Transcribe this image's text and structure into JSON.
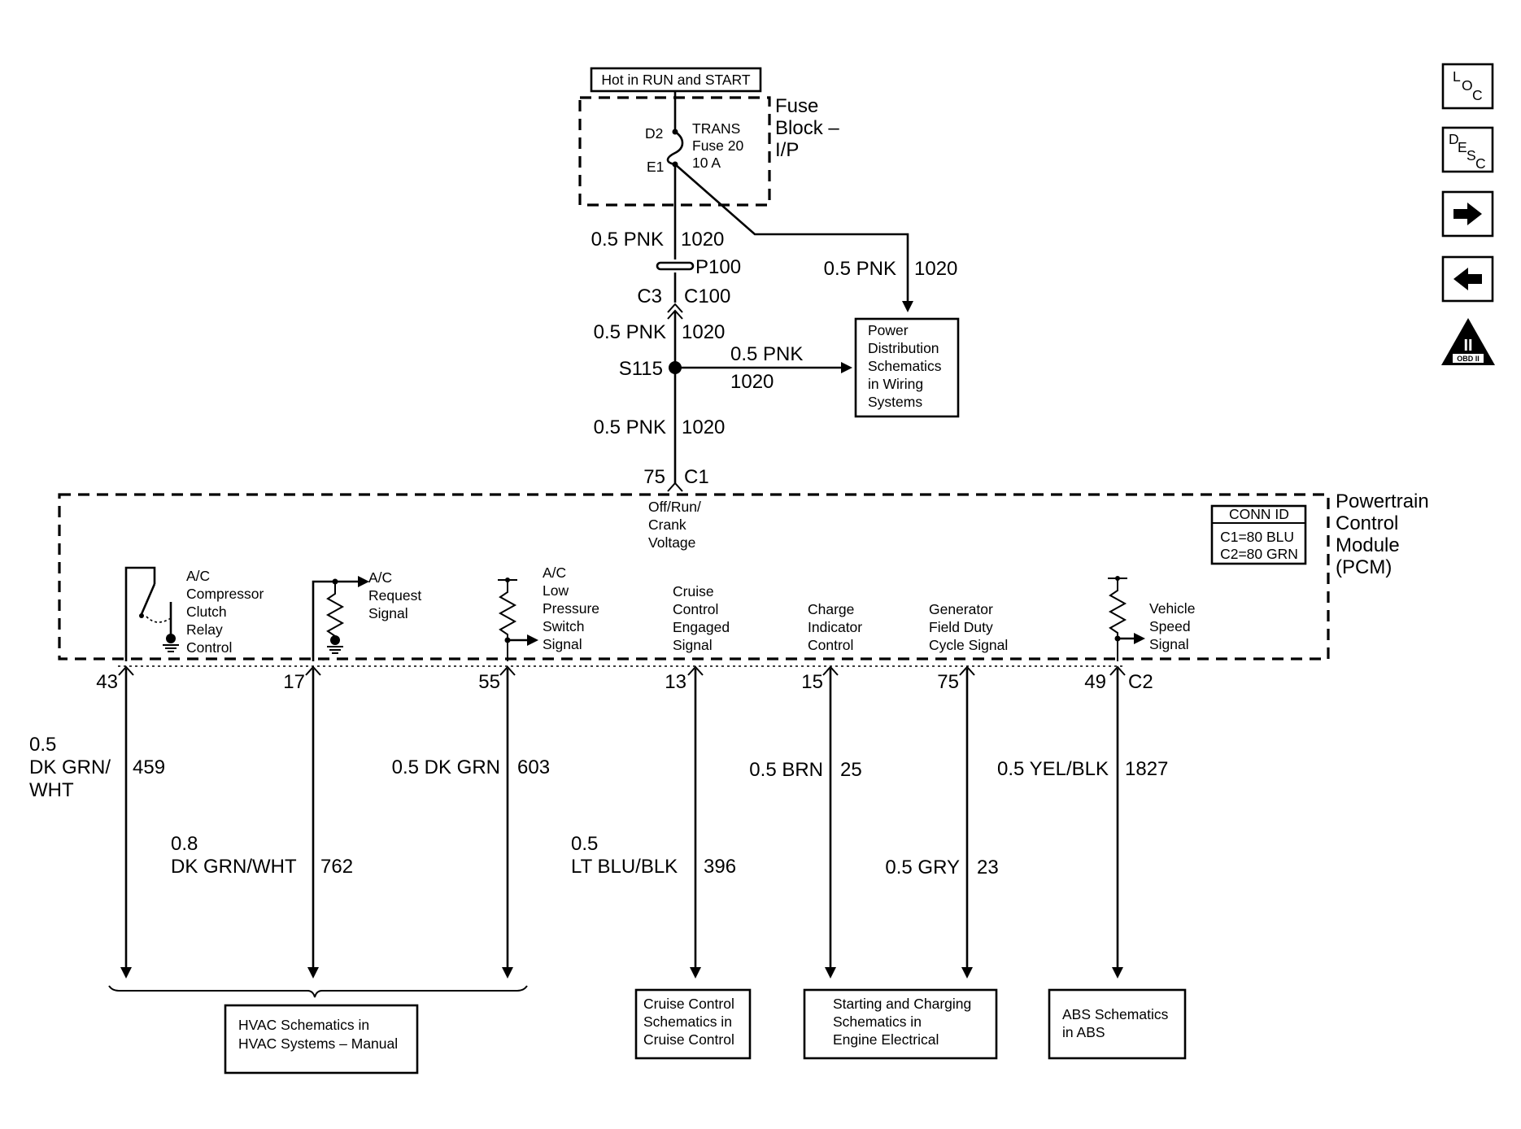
{
  "fuse_block": {
    "supply": "Hot in RUN and START",
    "name": [
      "Fuse",
      "Block –",
      "I/P"
    ],
    "pin_in": "D2",
    "pin_out": "E1",
    "fuse_label": [
      "TRANS",
      "Fuse 20",
      "10 A"
    ]
  },
  "feed": {
    "w1_gauge_color": "0.5 PNK",
    "w1_circuit": "1020",
    "inline": "P100",
    "conn_left": "C3",
    "conn_right": "C100",
    "w2_gauge_color": "0.5 PNK",
    "w2_circuit": "1020",
    "splice": "S115",
    "w3_gauge_color": "0.5 PNK",
    "w3_circuit": "1020",
    "branch_gauge_color": "0.5 PNK",
    "branch_circuit": "1020",
    "fuse_branch_gauge_color": "0.5 PNK",
    "fuse_branch_circuit": "1020",
    "pcm_pin": "75",
    "pcm_conn": "C1"
  },
  "power_distribution": [
    "Power",
    "Distribution",
    "Schematics",
    "in Wiring",
    "Systems"
  ],
  "pcm": {
    "name": [
      "Powertrain",
      "Control",
      "Module",
      "(PCM)"
    ],
    "conn_id_title": "CONN ID",
    "conn_id_lines": [
      "C1=80 BLU",
      "C2=80 GRN"
    ],
    "voltage_label": [
      "Off/Run/",
      "Crank",
      "Voltage"
    ],
    "bottom_conn": "C2"
  },
  "circuits": [
    {
      "pin": "43",
      "label": [
        "A/C",
        "Compressor",
        "Clutch",
        "Relay",
        "Control"
      ],
      "wire_lines": [
        "0.5",
        "DK GRN/",
        "WHT"
      ],
      "circuit": "459"
    },
    {
      "pin": "17",
      "label": [
        "A/C",
        "Request",
        "Signal"
      ],
      "wire_lines": [
        "0.8",
        "DK GRN/WHT"
      ],
      "circuit": "762"
    },
    {
      "pin": "55",
      "label": [
        "A/C",
        "Low",
        "Pressure",
        "Switch",
        "Signal"
      ],
      "wire_lines": [
        "0.5 DK GRN"
      ],
      "circuit": "603"
    },
    {
      "pin": "13",
      "label": [
        "Cruise",
        "Control",
        "Engaged",
        "Signal"
      ],
      "wire_lines": [
        "0.5",
        "LT BLU/BLK"
      ],
      "circuit": "396"
    },
    {
      "pin": "15",
      "label": [
        "Charge",
        "Indicator",
        "Control"
      ],
      "wire_lines": [
        "0.5 BRN"
      ],
      "circuit": "25"
    },
    {
      "pin": "75",
      "label": [
        "Generator",
        "Field Duty",
        "Cycle Signal"
      ],
      "wire_lines": [
        "0.5 GRY"
      ],
      "circuit": "23"
    },
    {
      "pin": "49",
      "label": [
        "Vehicle",
        "Speed",
        "Signal"
      ],
      "wire_lines": [
        "0.5 YEL/BLK"
      ],
      "circuit": "1827"
    }
  ],
  "destinations": [
    {
      "lines": [
        "HVAC Schematics in",
        "HVAC Systems – Manual"
      ]
    },
    {
      "lines": [
        "Cruise Control",
        "Schematics in",
        "Cruise Control"
      ]
    },
    {
      "lines": [
        "Starting and Charging",
        "Schematics in",
        "Engine Electrical"
      ]
    },
    {
      "lines": [
        "ABS Schematics",
        "in ABS"
      ]
    }
  ],
  "nav": {
    "loc": [
      "L",
      "O",
      "C"
    ],
    "desc": [
      "D",
      "E",
      "S",
      "C"
    ],
    "next_icon": "right-arrow-icon",
    "prev_icon": "left-arrow-icon",
    "obd": [
      "II",
      "OBD II"
    ]
  }
}
